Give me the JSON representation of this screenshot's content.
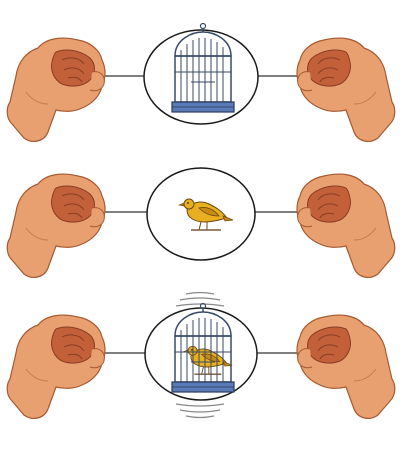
{
  "illustration": {
    "subject": "thaumatrope",
    "panels": [
      {
        "id": "cage",
        "content": "cage-icon"
      },
      {
        "id": "bird",
        "content": "bird-icon"
      },
      {
        "id": "combined",
        "content": "bird-in-cage-icon"
      }
    ],
    "colors": {
      "skin": "#e8a070",
      "skin_dark": "#b85a34",
      "skin_shadow": "#d4804e",
      "disc_outline": "#1a1a1a",
      "disc_fill": "#ffffff",
      "string": "#333333",
      "cage_bar": "#3a4a66",
      "cage_base": "#5a7ab8",
      "bird_yellow": "#e8b020",
      "bird_dark": "#6a4a10",
      "motion_lines": "#888888"
    }
  }
}
